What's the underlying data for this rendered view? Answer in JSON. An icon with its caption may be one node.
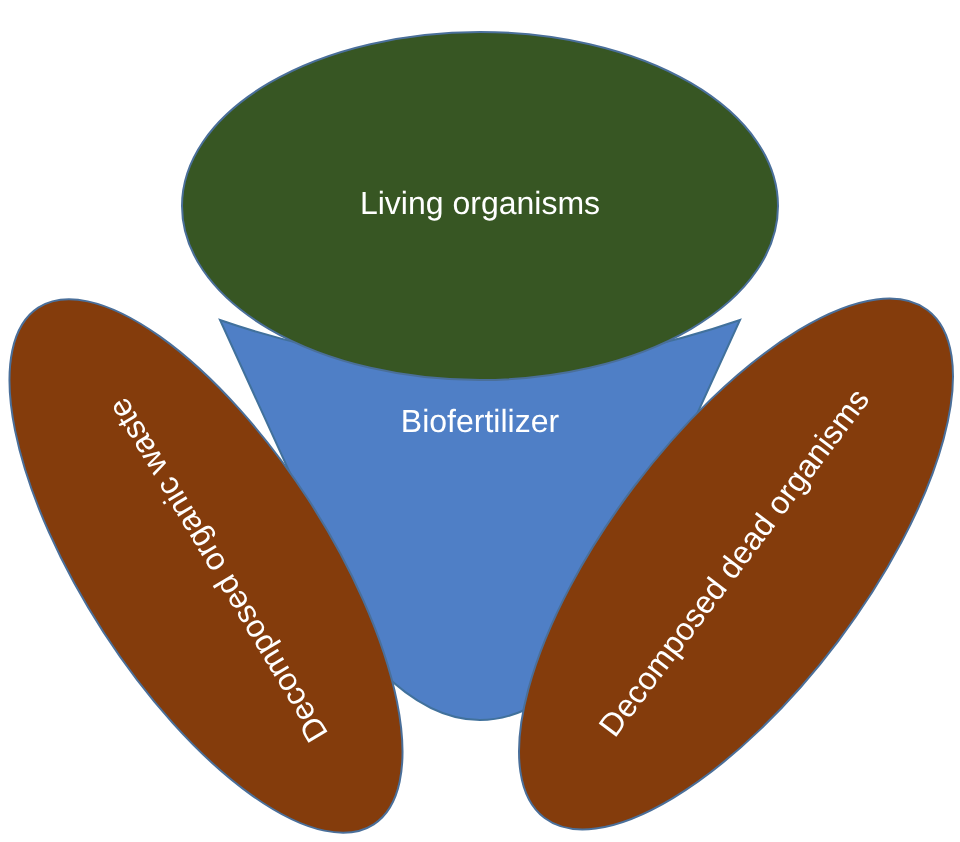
{
  "diagram": {
    "nodes": [
      {
        "text": [
          "Living organisms"
        ]
      },
      {
        "text": [
          "Biofertilizer"
        ]
      },
      {
        "text": [
          "Decomposed organic waste"
        ]
      },
      {
        "text": [
          "Decomposed dead organisms"
        ]
      }
    ]
  }
}
